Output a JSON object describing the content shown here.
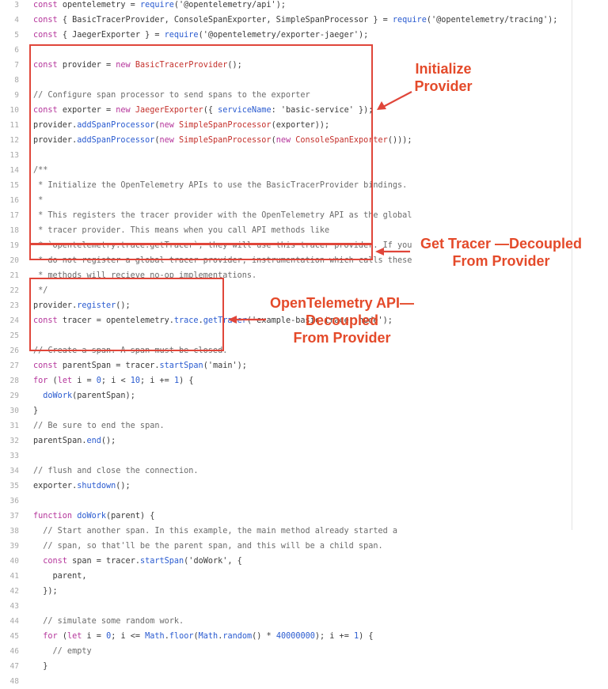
{
  "colors": {
    "annotation": "#e0463a",
    "keyword": "#b5359b",
    "function": "#2a5bd0",
    "class": "#c4302b",
    "comment": "#6b6b6b",
    "line_number": "#a8a8a8"
  },
  "editor": {
    "lines": [
      {
        "n": "3",
        "tokens": [
          {
            "t": "kw",
            "v": "const "
          },
          {
            "t": "plain",
            "v": "opentelemetry = "
          },
          {
            "t": "fn",
            "v": "require"
          },
          {
            "t": "plain",
            "v": "('@opentelemetry/api');"
          }
        ]
      },
      {
        "n": "4",
        "tokens": [
          {
            "t": "kw",
            "v": "const "
          },
          {
            "t": "plain",
            "v": "{ BasicTracerProvider, ConsoleSpanExporter, SimpleSpanProcessor } = "
          },
          {
            "t": "fn",
            "v": "require"
          },
          {
            "t": "plain",
            "v": "('@opentelemetry/tracing');"
          }
        ]
      },
      {
        "n": "5",
        "tokens": [
          {
            "t": "kw",
            "v": "const "
          },
          {
            "t": "plain",
            "v": "{ JaegerExporter } = "
          },
          {
            "t": "fn",
            "v": "require"
          },
          {
            "t": "plain",
            "v": "('@opentelemetry/exporter-jaeger');"
          }
        ]
      },
      {
        "n": "6",
        "tokens": []
      },
      {
        "n": "7",
        "tokens": [
          {
            "t": "kw",
            "v": "const "
          },
          {
            "t": "plain",
            "v": "provider = "
          },
          {
            "t": "kw",
            "v": "new "
          },
          {
            "t": "cls",
            "v": "BasicTracerProvider"
          },
          {
            "t": "plain",
            "v": "();"
          }
        ]
      },
      {
        "n": "8",
        "tokens": []
      },
      {
        "n": "9",
        "tokens": [
          {
            "t": "cm",
            "v": "// Configure span processor to send spans to the exporter"
          }
        ]
      },
      {
        "n": "10",
        "tokens": [
          {
            "t": "kw",
            "v": "const "
          },
          {
            "t": "plain",
            "v": "exporter = "
          },
          {
            "t": "kw",
            "v": "new "
          },
          {
            "t": "cls",
            "v": "JaegerExporter"
          },
          {
            "t": "plain",
            "v": "({ "
          },
          {
            "t": "fn",
            "v": "serviceName"
          },
          {
            "t": "plain",
            "v": ": 'basic-service' });"
          }
        ]
      },
      {
        "n": "11",
        "tokens": [
          {
            "t": "plain",
            "v": "provider."
          },
          {
            "t": "fn",
            "v": "addSpanProcessor"
          },
          {
            "t": "plain",
            "v": "("
          },
          {
            "t": "kw",
            "v": "new "
          },
          {
            "t": "cls",
            "v": "SimpleSpanProcessor"
          },
          {
            "t": "plain",
            "v": "(exporter));"
          }
        ]
      },
      {
        "n": "12",
        "tokens": [
          {
            "t": "plain",
            "v": "provider."
          },
          {
            "t": "fn",
            "v": "addSpanProcessor"
          },
          {
            "t": "plain",
            "v": "("
          },
          {
            "t": "kw",
            "v": "new "
          },
          {
            "t": "cls",
            "v": "SimpleSpanProcessor"
          },
          {
            "t": "plain",
            "v": "("
          },
          {
            "t": "kw",
            "v": "new "
          },
          {
            "t": "cls",
            "v": "ConsoleSpanExporter"
          },
          {
            "t": "plain",
            "v": "()));"
          }
        ]
      },
      {
        "n": "13",
        "tokens": []
      },
      {
        "n": "14",
        "tokens": [
          {
            "t": "cm",
            "v": "/**"
          }
        ]
      },
      {
        "n": "15",
        "tokens": [
          {
            "t": "cm",
            "v": " * Initialize the OpenTelemetry APIs to use the BasicTracerProvider bindings."
          }
        ]
      },
      {
        "n": "16",
        "tokens": [
          {
            "t": "cm",
            "v": " *"
          }
        ]
      },
      {
        "n": "17",
        "tokens": [
          {
            "t": "cm",
            "v": " * This registers the tracer provider with the OpenTelemetry API as the global"
          }
        ]
      },
      {
        "n": "18",
        "tokens": [
          {
            "t": "cm",
            "v": " * tracer provider. This means when you call API methods like"
          }
        ]
      },
      {
        "n": "19",
        "tokens": [
          {
            "t": "cm",
            "v": " * `opentelemetry.trace.getTracer`, they will use this tracer provider. If you"
          }
        ]
      },
      {
        "n": "20",
        "tokens": [
          {
            "t": "cm",
            "v": " * do not register a global tracer provider, instrumentation which calls these"
          }
        ]
      },
      {
        "n": "21",
        "tokens": [
          {
            "t": "cm",
            "v": " * methods will recieve no-op implementations."
          }
        ]
      },
      {
        "n": "22",
        "tokens": [
          {
            "t": "cm",
            "v": " */"
          }
        ]
      },
      {
        "n": "23",
        "tokens": [
          {
            "t": "plain",
            "v": "provider."
          },
          {
            "t": "fn",
            "v": "register"
          },
          {
            "t": "plain",
            "v": "();"
          }
        ]
      },
      {
        "n": "24",
        "tokens": [
          {
            "t": "kw",
            "v": "const "
          },
          {
            "t": "plain",
            "v": "tracer = opentelemetry."
          },
          {
            "t": "fn",
            "v": "trace"
          },
          {
            "t": "plain",
            "v": "."
          },
          {
            "t": "fn",
            "v": "getTracer"
          },
          {
            "t": "plain",
            "v": "('example-basic-tracer-node');"
          }
        ]
      },
      {
        "n": "25",
        "tokens": []
      },
      {
        "n": "26",
        "tokens": [
          {
            "t": "cm",
            "v": "// Create a span. A span must be closed."
          }
        ]
      },
      {
        "n": "27",
        "tokens": [
          {
            "t": "kw",
            "v": "const "
          },
          {
            "t": "plain",
            "v": "parentSpan = tracer."
          },
          {
            "t": "fn",
            "v": "startSpan"
          },
          {
            "t": "plain",
            "v": "('main');"
          }
        ]
      },
      {
        "n": "28",
        "tokens": [
          {
            "t": "kw",
            "v": "for "
          },
          {
            "t": "plain",
            "v": "("
          },
          {
            "t": "kw",
            "v": "let "
          },
          {
            "t": "plain",
            "v": "i = "
          },
          {
            "t": "num",
            "v": "0"
          },
          {
            "t": "plain",
            "v": "; i < "
          },
          {
            "t": "num",
            "v": "10"
          },
          {
            "t": "plain",
            "v": "; i += "
          },
          {
            "t": "num",
            "v": "1"
          },
          {
            "t": "plain",
            "v": ") {"
          }
        ]
      },
      {
        "n": "29",
        "tokens": [
          {
            "t": "plain",
            "v": "  "
          },
          {
            "t": "fn",
            "v": "doWork"
          },
          {
            "t": "plain",
            "v": "(parentSpan);"
          }
        ]
      },
      {
        "n": "30",
        "tokens": [
          {
            "t": "plain",
            "v": "}"
          }
        ]
      },
      {
        "n": "31",
        "tokens": [
          {
            "t": "cm",
            "v": "// Be sure to end the span."
          }
        ]
      },
      {
        "n": "32",
        "tokens": [
          {
            "t": "plain",
            "v": "parentSpan."
          },
          {
            "t": "fn",
            "v": "end"
          },
          {
            "t": "plain",
            "v": "();"
          }
        ]
      },
      {
        "n": "33",
        "tokens": []
      },
      {
        "n": "34",
        "tokens": [
          {
            "t": "cm",
            "v": "// flush and close the connection."
          }
        ]
      },
      {
        "n": "35",
        "tokens": [
          {
            "t": "plain",
            "v": "exporter."
          },
          {
            "t": "fn",
            "v": "shutdown"
          },
          {
            "t": "plain",
            "v": "();"
          }
        ]
      },
      {
        "n": "36",
        "tokens": []
      },
      {
        "n": "37",
        "tokens": [
          {
            "t": "kw",
            "v": "function "
          },
          {
            "t": "fn",
            "v": "doWork"
          },
          {
            "t": "plain",
            "v": "(parent) {"
          }
        ]
      },
      {
        "n": "38",
        "tokens": [
          {
            "t": "cm",
            "v": "  // Start another span. In this example, the main method already started a"
          }
        ]
      },
      {
        "n": "39",
        "tokens": [
          {
            "t": "cm",
            "v": "  // span, so that'll be the parent span, and this will be a child span."
          }
        ]
      },
      {
        "n": "40",
        "tokens": [
          {
            "t": "plain",
            "v": "  "
          },
          {
            "t": "kw",
            "v": "const "
          },
          {
            "t": "plain",
            "v": "span = tracer."
          },
          {
            "t": "fn",
            "v": "startSpan"
          },
          {
            "t": "plain",
            "v": "('doWork', {"
          }
        ]
      },
      {
        "n": "41",
        "tokens": [
          {
            "t": "plain",
            "v": "    parent,"
          }
        ]
      },
      {
        "n": "42",
        "tokens": [
          {
            "t": "plain",
            "v": "  });"
          }
        ]
      },
      {
        "n": "43",
        "tokens": []
      },
      {
        "n": "44",
        "tokens": [
          {
            "t": "cm",
            "v": "  // simulate some random work."
          }
        ]
      },
      {
        "n": "45",
        "tokens": [
          {
            "t": "plain",
            "v": "  "
          },
          {
            "t": "kw",
            "v": "for "
          },
          {
            "t": "plain",
            "v": "("
          },
          {
            "t": "kw",
            "v": "let "
          },
          {
            "t": "plain",
            "v": "i = "
          },
          {
            "t": "num",
            "v": "0"
          },
          {
            "t": "plain",
            "v": "; i <= "
          },
          {
            "t": "fn",
            "v": "Math"
          },
          {
            "t": "plain",
            "v": "."
          },
          {
            "t": "fn",
            "v": "floor"
          },
          {
            "t": "plain",
            "v": "("
          },
          {
            "t": "fn",
            "v": "Math"
          },
          {
            "t": "plain",
            "v": "."
          },
          {
            "t": "fn",
            "v": "random"
          },
          {
            "t": "plain",
            "v": "() * "
          },
          {
            "t": "num",
            "v": "40000000"
          },
          {
            "t": "plain",
            "v": "); i += "
          },
          {
            "t": "num",
            "v": "1"
          },
          {
            "t": "plain",
            "v": ") {"
          }
        ]
      },
      {
        "n": "46",
        "tokens": [
          {
            "t": "cm",
            "v": "    // empty"
          }
        ]
      },
      {
        "n": "47",
        "tokens": [
          {
            "t": "plain",
            "v": "  }"
          }
        ]
      },
      {
        "n": "48",
        "tokens": []
      }
    ]
  },
  "annotations": {
    "initialize_provider": {
      "line1": "Initialize",
      "line2": "Provider"
    },
    "get_tracer": {
      "line1": "Get Tracer —Decoupled",
      "line2": "From Provider"
    },
    "opentelemetry_api": {
      "line1": "OpenTelemetry API—",
      "line2": "Decoupled",
      "line3": "From Provider"
    }
  }
}
